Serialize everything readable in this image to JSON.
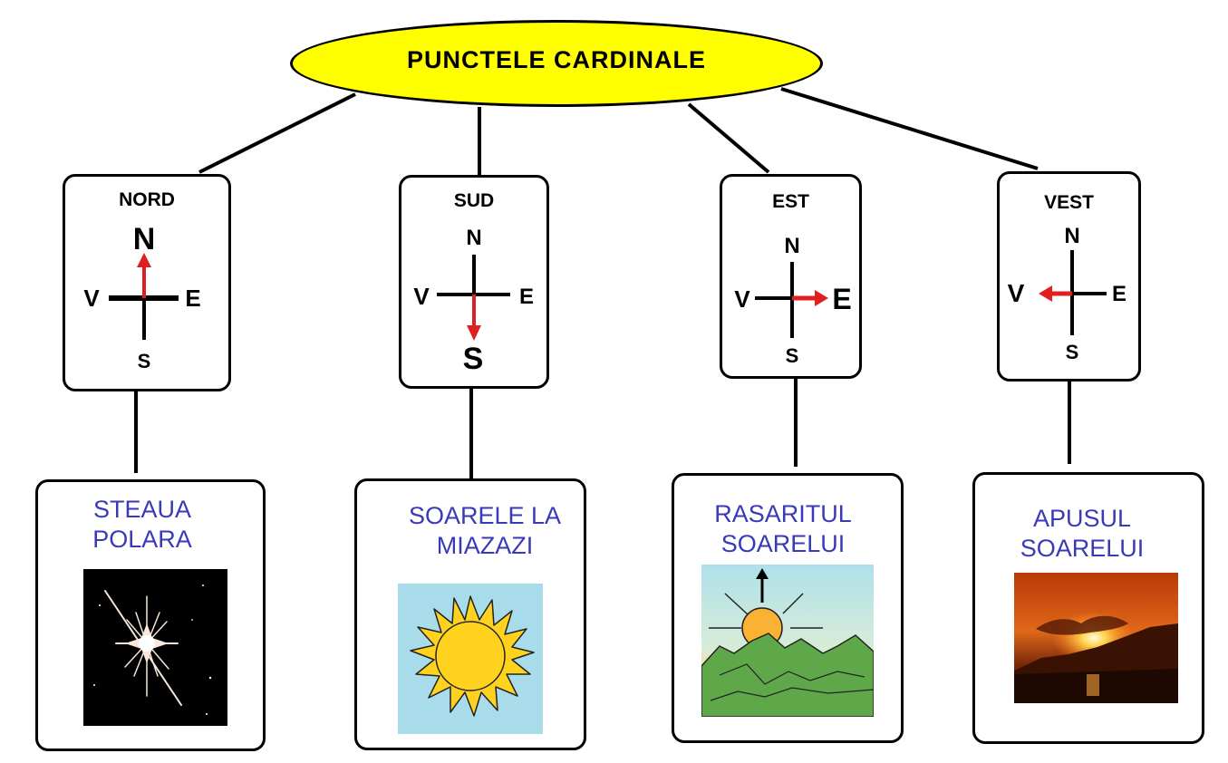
{
  "title": "PUNCTELE CARDINALE",
  "compass_letters": {
    "n": "N",
    "s": "S",
    "e": "E",
    "w": "V"
  },
  "directions": [
    {
      "label": "NORD",
      "highlight": "N"
    },
    {
      "label": "SUD",
      "highlight": "S"
    },
    {
      "label": "EST",
      "highlight": "E"
    },
    {
      "label": "VEST",
      "highlight": "V"
    }
  ],
  "cards": [
    {
      "line1": "STEAUA",
      "line2": "POLARA",
      "image": "polar-star-image"
    },
    {
      "line1": "SOARELE LA",
      "line2": "MIAZAZI",
      "image": "sun-image"
    },
    {
      "line1": "RASARITUL",
      "line2": "SOARELUI",
      "image": "sunrise-image"
    },
    {
      "line1": "APUSUL",
      "line2": "SOARELUI",
      "image": "sunset-image"
    }
  ],
  "colors": {
    "title_fill": "#ffff00",
    "arrow": "#e02020",
    "card_text": "#3a3ab8"
  }
}
